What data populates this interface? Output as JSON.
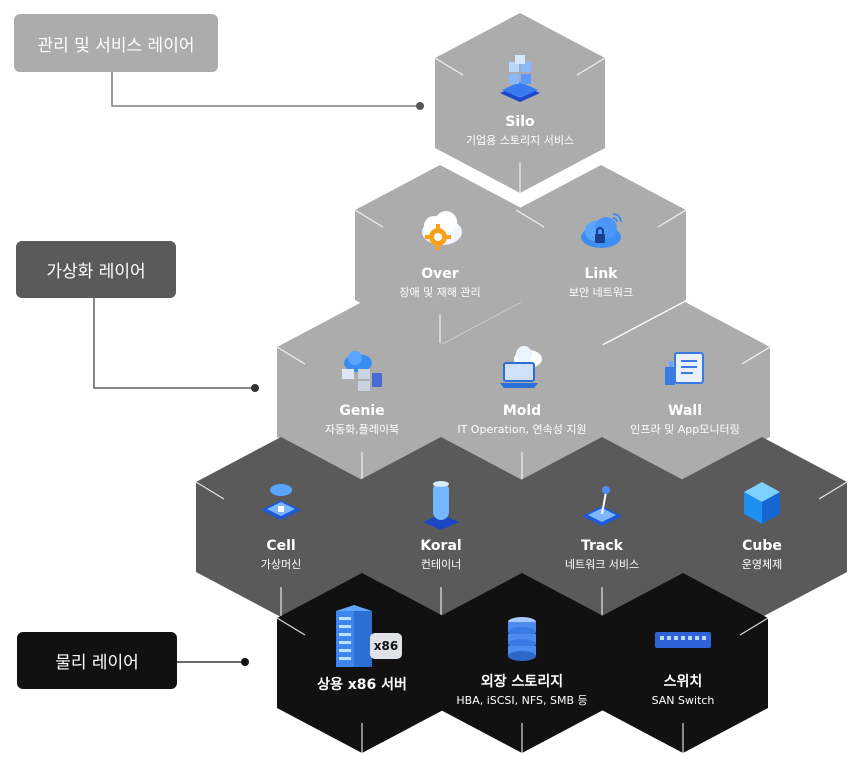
{
  "layers": {
    "management": "관리 및 서비스 레이어",
    "virtual": "가상화 레이어",
    "physical": "물리 레이어"
  },
  "colors": {
    "management": "#acacac",
    "virtual": "#5a5a5a",
    "physical": "#111111",
    "line": "#444444"
  },
  "hexes": {
    "silo": {
      "title": "Silo",
      "sub": "기업용 스토리지 서비스",
      "icon": "storage-cubes-icon"
    },
    "over": {
      "title": "Over",
      "sub": "장애 및 재해 관리",
      "icon": "cloud-gear-icon"
    },
    "link": {
      "title": "Link",
      "sub": "보안 네트워크",
      "icon": "cloud-lock-icon"
    },
    "genie": {
      "title": "Genie",
      "sub": "자동화,플레이북",
      "icon": "cloud-servers-icon"
    },
    "mold": {
      "title": "Mold",
      "sub": "IT Operation, 연속성 지원",
      "icon": "laptop-cloud-icon"
    },
    "wall": {
      "title": "Wall",
      "sub": "인프라 및 App모니터링",
      "icon": "monitoring-icon"
    },
    "cell": {
      "title": "Cell",
      "sub": "가상머신",
      "icon": "chip-cloud-icon"
    },
    "koral": {
      "title": "Koral",
      "sub": "컨테이너",
      "icon": "cylinder-icon"
    },
    "track": {
      "title": "Track",
      "sub": "네트워크 서비스",
      "icon": "joystick-icon"
    },
    "cube": {
      "title": "Cube",
      "sub": "운영체제",
      "icon": "cube-icon"
    },
    "server": {
      "title": "상용 x86 서버",
      "sub": "",
      "badge": "x86",
      "icon": "server-building-icon"
    },
    "ext": {
      "title": "외장 스토리지",
      "sub": "HBA, iSCSI, NFS, SMB 등",
      "icon": "database-icon"
    },
    "switch": {
      "title": "스위치",
      "sub": "SAN Switch",
      "icon": "network-switch-icon"
    }
  }
}
